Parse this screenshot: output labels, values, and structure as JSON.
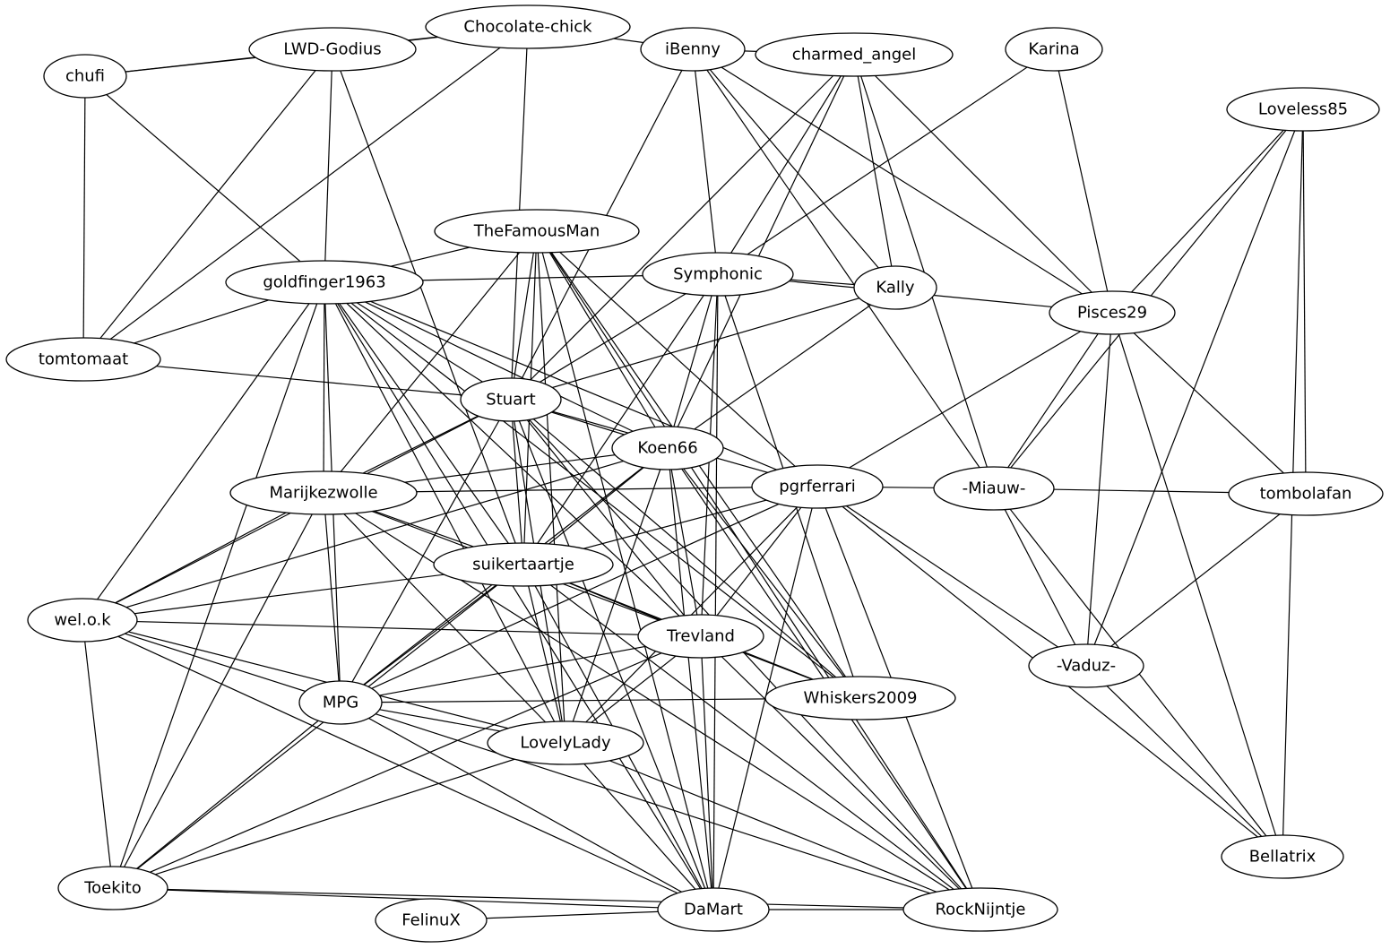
{
  "graph": {
    "nodes": [
      {
        "id": "chocolate-chick",
        "label": "Chocolate-chick"
      },
      {
        "id": "lwd-godius",
        "label": "LWD-Godius"
      },
      {
        "id": "chufi",
        "label": "chufi"
      },
      {
        "id": "ibenny",
        "label": "iBenny"
      },
      {
        "id": "charmed-angel",
        "label": "charmed_angel"
      },
      {
        "id": "karina",
        "label": "Karina"
      },
      {
        "id": "loveless85",
        "label": "Loveless85"
      },
      {
        "id": "thefamousman",
        "label": "TheFamousMan"
      },
      {
        "id": "goldfinger1963",
        "label": "goldfinger1963"
      },
      {
        "id": "symphonic",
        "label": "Symphonic"
      },
      {
        "id": "kally",
        "label": "Kally"
      },
      {
        "id": "pisces29",
        "label": "Pisces29"
      },
      {
        "id": "tomtomaat",
        "label": "tomtomaat"
      },
      {
        "id": "stuart",
        "label": "Stuart"
      },
      {
        "id": "koen66",
        "label": "Koen66"
      },
      {
        "id": "pgrferrari",
        "label": "pgrferrari"
      },
      {
        "id": "miauw",
        "label": "-Miauw-"
      },
      {
        "id": "tombolafan",
        "label": "tombolafan"
      },
      {
        "id": "marijkezwolle",
        "label": "Marijkezwolle"
      },
      {
        "id": "suikertaartje",
        "label": "suikertaartje"
      },
      {
        "id": "welok",
        "label": "wel.o.k"
      },
      {
        "id": "trevland",
        "label": "Trevland"
      },
      {
        "id": "vaduz",
        "label": "-Vaduz-"
      },
      {
        "id": "mpg",
        "label": "MPG"
      },
      {
        "id": "whiskers2009",
        "label": "Whiskers2009"
      },
      {
        "id": "lovelylady",
        "label": "LovelyLady"
      },
      {
        "id": "bellatrix",
        "label": "Bellatrix"
      },
      {
        "id": "toekito",
        "label": "Toekito"
      },
      {
        "id": "felinux",
        "label": "FelinuX"
      },
      {
        "id": "damart",
        "label": "DaMart"
      },
      {
        "id": "rocknijntje",
        "label": "RockNijntje"
      }
    ],
    "edges": [
      [
        "chufi",
        "chocolate-chick"
      ],
      [
        "chufi",
        "lwd-godius"
      ],
      [
        "chufi",
        "tomtomaat"
      ],
      [
        "chufi",
        "goldfinger1963"
      ],
      [
        "lwd-godius",
        "chocolate-chick"
      ],
      [
        "lwd-godius",
        "tomtomaat"
      ],
      [
        "lwd-godius",
        "goldfinger1963"
      ],
      [
        "lwd-godius",
        "suikertaartje"
      ],
      [
        "chocolate-chick",
        "ibenny"
      ],
      [
        "chocolate-chick",
        "stuart"
      ],
      [
        "chocolate-chick",
        "tomtomaat"
      ],
      [
        "ibenny",
        "charmed-angel"
      ],
      [
        "ibenny",
        "stuart"
      ],
      [
        "ibenny",
        "symphonic"
      ],
      [
        "ibenny",
        "kally"
      ],
      [
        "ibenny",
        "pisces29"
      ],
      [
        "ibenny",
        "miauw"
      ],
      [
        "charmed-angel",
        "stuart"
      ],
      [
        "charmed-angel",
        "symphonic"
      ],
      [
        "charmed-angel",
        "kally"
      ],
      [
        "charmed-angel",
        "pisces29"
      ],
      [
        "charmed-angel",
        "miauw"
      ],
      [
        "charmed-angel",
        "koen66"
      ],
      [
        "karina",
        "symphonic"
      ],
      [
        "karina",
        "pisces29"
      ],
      [
        "loveless85",
        "pisces29"
      ],
      [
        "loveless85",
        "tombolafan"
      ],
      [
        "loveless85",
        "miauw"
      ],
      [
        "loveless85",
        "vaduz"
      ],
      [
        "loveless85",
        "bellatrix"
      ],
      [
        "thefamousman",
        "goldfinger1963"
      ],
      [
        "thefamousman",
        "stuart"
      ],
      [
        "thefamousman",
        "koen66"
      ],
      [
        "thefamousman",
        "pgrferrari"
      ],
      [
        "thefamousman",
        "marijkezwolle"
      ],
      [
        "thefamousman",
        "suikertaartje"
      ],
      [
        "thefamousman",
        "lovelylady"
      ],
      [
        "thefamousman",
        "damart"
      ],
      [
        "thefamousman",
        "rocknijntje"
      ],
      [
        "thefamousman",
        "whiskers2009"
      ],
      [
        "goldfinger1963",
        "symphonic"
      ],
      [
        "goldfinger1963",
        "tomtomaat"
      ],
      [
        "goldfinger1963",
        "stuart"
      ],
      [
        "goldfinger1963",
        "koen66"
      ],
      [
        "goldfinger1963",
        "pgrferrari"
      ],
      [
        "goldfinger1963",
        "marijkezwolle"
      ],
      [
        "goldfinger1963",
        "suikertaartje"
      ],
      [
        "goldfinger1963",
        "welok"
      ],
      [
        "goldfinger1963",
        "trevland"
      ],
      [
        "goldfinger1963",
        "mpg"
      ],
      [
        "goldfinger1963",
        "lovelylady"
      ],
      [
        "goldfinger1963",
        "damart"
      ],
      [
        "goldfinger1963",
        "whiskers2009"
      ],
      [
        "goldfinger1963",
        "toekito"
      ],
      [
        "symphonic",
        "kally"
      ],
      [
        "symphonic",
        "pisces29"
      ],
      [
        "symphonic",
        "stuart"
      ],
      [
        "symphonic",
        "koen66"
      ],
      [
        "symphonic",
        "suikertaartje"
      ],
      [
        "symphonic",
        "trevland"
      ],
      [
        "symphonic",
        "whiskers2009"
      ],
      [
        "symphonic",
        "damart"
      ],
      [
        "kally",
        "stuart"
      ],
      [
        "kally",
        "koen66"
      ],
      [
        "pisces29",
        "pgrferrari"
      ],
      [
        "pisces29",
        "miauw"
      ],
      [
        "pisces29",
        "tombolafan"
      ],
      [
        "pisces29",
        "vaduz"
      ],
      [
        "pisces29",
        "bellatrix"
      ],
      [
        "tomtomaat",
        "stuart"
      ],
      [
        "stuart",
        "koen66"
      ],
      [
        "stuart",
        "pgrferrari"
      ],
      [
        "stuart",
        "marijkezwolle"
      ],
      [
        "stuart",
        "suikertaartje"
      ],
      [
        "stuart",
        "welok"
      ],
      [
        "stuart",
        "trevland"
      ],
      [
        "stuart",
        "mpg"
      ],
      [
        "stuart",
        "lovelylady"
      ],
      [
        "stuart",
        "damart"
      ],
      [
        "stuart",
        "rocknijntje"
      ],
      [
        "stuart",
        "whiskers2009"
      ],
      [
        "koen66",
        "marijkezwolle"
      ],
      [
        "koen66",
        "suikertaartje"
      ],
      [
        "koen66",
        "welok"
      ],
      [
        "koen66",
        "trevland"
      ],
      [
        "koen66",
        "mpg"
      ],
      [
        "koen66",
        "lovelylady"
      ],
      [
        "koen66",
        "damart"
      ],
      [
        "koen66",
        "rocknijntje"
      ],
      [
        "koen66",
        "whiskers2009"
      ],
      [
        "pgrferrari",
        "miauw"
      ],
      [
        "pgrferrari",
        "marijkezwolle"
      ],
      [
        "pgrferrari",
        "suikertaartje"
      ],
      [
        "pgrferrari",
        "trevland"
      ],
      [
        "pgrferrari",
        "mpg"
      ],
      [
        "pgrferrari",
        "lovelylady"
      ],
      [
        "pgrferrari",
        "damart"
      ],
      [
        "pgrferrari",
        "rocknijntje"
      ],
      [
        "pgrferrari",
        "vaduz"
      ],
      [
        "pgrferrari",
        "bellatrix"
      ],
      [
        "miauw",
        "tombolafan"
      ],
      [
        "miauw",
        "vaduz"
      ],
      [
        "miauw",
        "bellatrix"
      ],
      [
        "tombolafan",
        "vaduz"
      ],
      [
        "marijkezwolle",
        "suikertaartje"
      ],
      [
        "marijkezwolle",
        "welok"
      ],
      [
        "marijkezwolle",
        "trevland"
      ],
      [
        "marijkezwolle",
        "mpg"
      ],
      [
        "marijkezwolle",
        "lovelylady"
      ],
      [
        "marijkezwolle",
        "toekito"
      ],
      [
        "marijkezwolle",
        "rocknijntje"
      ],
      [
        "suikertaartje",
        "welok"
      ],
      [
        "suikertaartje",
        "trevland"
      ],
      [
        "suikertaartje",
        "mpg"
      ],
      [
        "suikertaartje",
        "lovelylady"
      ],
      [
        "suikertaartje",
        "damart"
      ],
      [
        "suikertaartje",
        "rocknijntje"
      ],
      [
        "suikertaartje",
        "whiskers2009"
      ],
      [
        "suikertaartje",
        "toekito"
      ],
      [
        "welok",
        "trevland"
      ],
      [
        "welok",
        "mpg"
      ],
      [
        "welok",
        "lovelylady"
      ],
      [
        "welok",
        "damart"
      ],
      [
        "welok",
        "toekito"
      ],
      [
        "trevland",
        "mpg"
      ],
      [
        "trevland",
        "lovelylady"
      ],
      [
        "trevland",
        "damart"
      ],
      [
        "trevland",
        "rocknijntje"
      ],
      [
        "trevland",
        "whiskers2009"
      ],
      [
        "trevland",
        "toekito"
      ],
      [
        "vaduz",
        "bellatrix"
      ],
      [
        "mpg",
        "whiskers2009"
      ],
      [
        "mpg",
        "lovelylady"
      ],
      [
        "mpg",
        "damart"
      ],
      [
        "mpg",
        "rocknijntje"
      ],
      [
        "mpg",
        "toekito"
      ],
      [
        "lovelylady",
        "damart"
      ],
      [
        "lovelylady",
        "rocknijntje"
      ],
      [
        "lovelylady",
        "toekito"
      ],
      [
        "toekito",
        "damart"
      ],
      [
        "toekito",
        "rocknijntje"
      ],
      [
        "felinux",
        "damart"
      ],
      [
        "damart",
        "rocknijntje"
      ]
    ]
  }
}
